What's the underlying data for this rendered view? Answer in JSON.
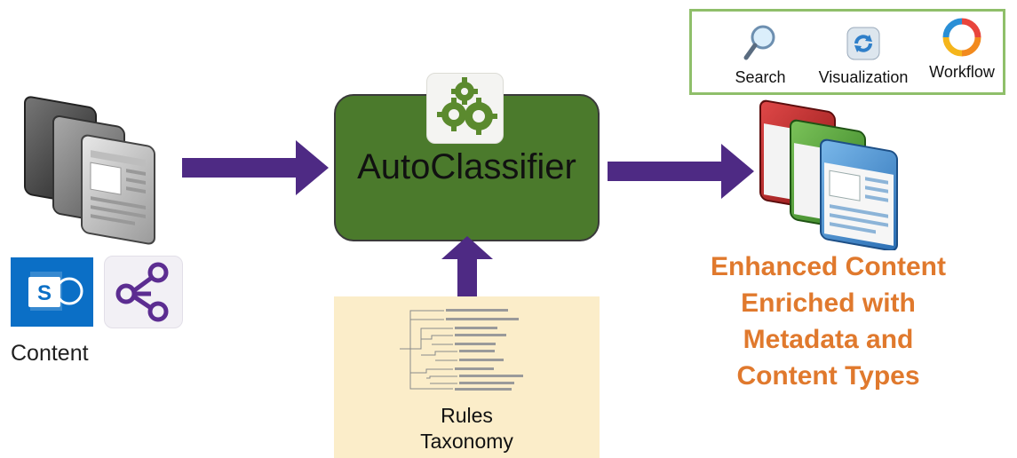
{
  "content": {
    "label": "Content",
    "sharepoint_letter": "S"
  },
  "autoclassifier": {
    "title": "AutoClassifier"
  },
  "rules": {
    "line1": "Rules",
    "line2": "Taxonomy"
  },
  "output": {
    "lines": [
      "Enhanced Content",
      "Enriched with",
      "Metadata and",
      "Content Types"
    ]
  },
  "tools": {
    "search": "Search",
    "visualization": "Visualization",
    "workflow": "Workflow"
  },
  "colors": {
    "arrow": "#4e2a84",
    "autoclassifier_fill": "#4b7a2c",
    "rules_fill": "#fbedc9",
    "output_text": "#e0792d",
    "panel_border": "#8fbf6a",
    "sharepoint": "#0b6fc6"
  }
}
